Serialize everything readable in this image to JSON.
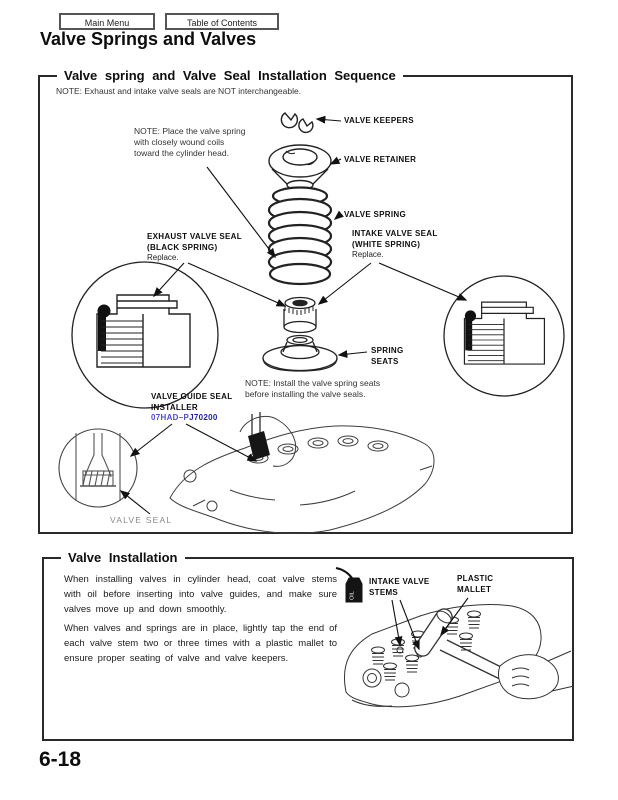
{
  "header": {
    "buttons": [
      {
        "label": "Main Menu"
      },
      {
        "label": "Table of Contents"
      }
    ],
    "page_title": "Valve Springs and Valves"
  },
  "sequence_section": {
    "title": "Valve spring and Valve Seal Installation Sequence",
    "note_interchangeable": "NOTE:   Exhaust and intake valve seals are NOT interchangeable.",
    "note_place_spring": [
      "NOTE:  Place the valve spring",
      "with closely wound coils",
      "toward the  cylinder head."
    ],
    "note_install_seats": [
      "NOTE:  Install the valve spring seats",
      "before installing the valve seals."
    ],
    "labels": {
      "valve_keepers": "VALVE KEEPERS",
      "valve_retainer": "VALVE  RETAINER",
      "valve_spring": "VALVE  SPRING",
      "exhaust_seal": [
        "EXHAUST VALVE SEAL",
        "(BLACK  SPRING)",
        "Replace."
      ],
      "intake_seal": [
        "INTAKE VALVE SEAL",
        "(WHITE SPRING)",
        "Replace."
      ],
      "spring_seats": [
        "SPRING",
        "SEATS"
      ],
      "installer_tool": [
        "VALVE GUIDE SEAL",
        "INSTALLER"
      ],
      "installer_part_prefix": "07HAD–P",
      "installer_part_suffix": "J70200",
      "valve_seal": "VALVE SEAL"
    },
    "colors": {
      "part_link_prefix": "#4d4dcf",
      "part_link_suffix": "#1f1faf"
    }
  },
  "installation_section": {
    "title": "Valve Installation",
    "paragraphs": [
      "When installing valves in cylinder head, coat valve stems with oil before inserting into valve guides, and make sure valves move up and down smoothly.",
      "When valves and springs are in place, lightly tap the end of each valve stem two or three times with a plastic mallet to ensure proper seating of valve and valve keepers."
    ],
    "labels": {
      "intake_valve_stems": [
        "INTAKE VALVE",
        "STEMS"
      ],
      "plastic_mallet": [
        "PLASTIC",
        "MALLET"
      ],
      "oil_can_text": "OIL"
    }
  },
  "footer": {
    "page_number": "6-18"
  }
}
